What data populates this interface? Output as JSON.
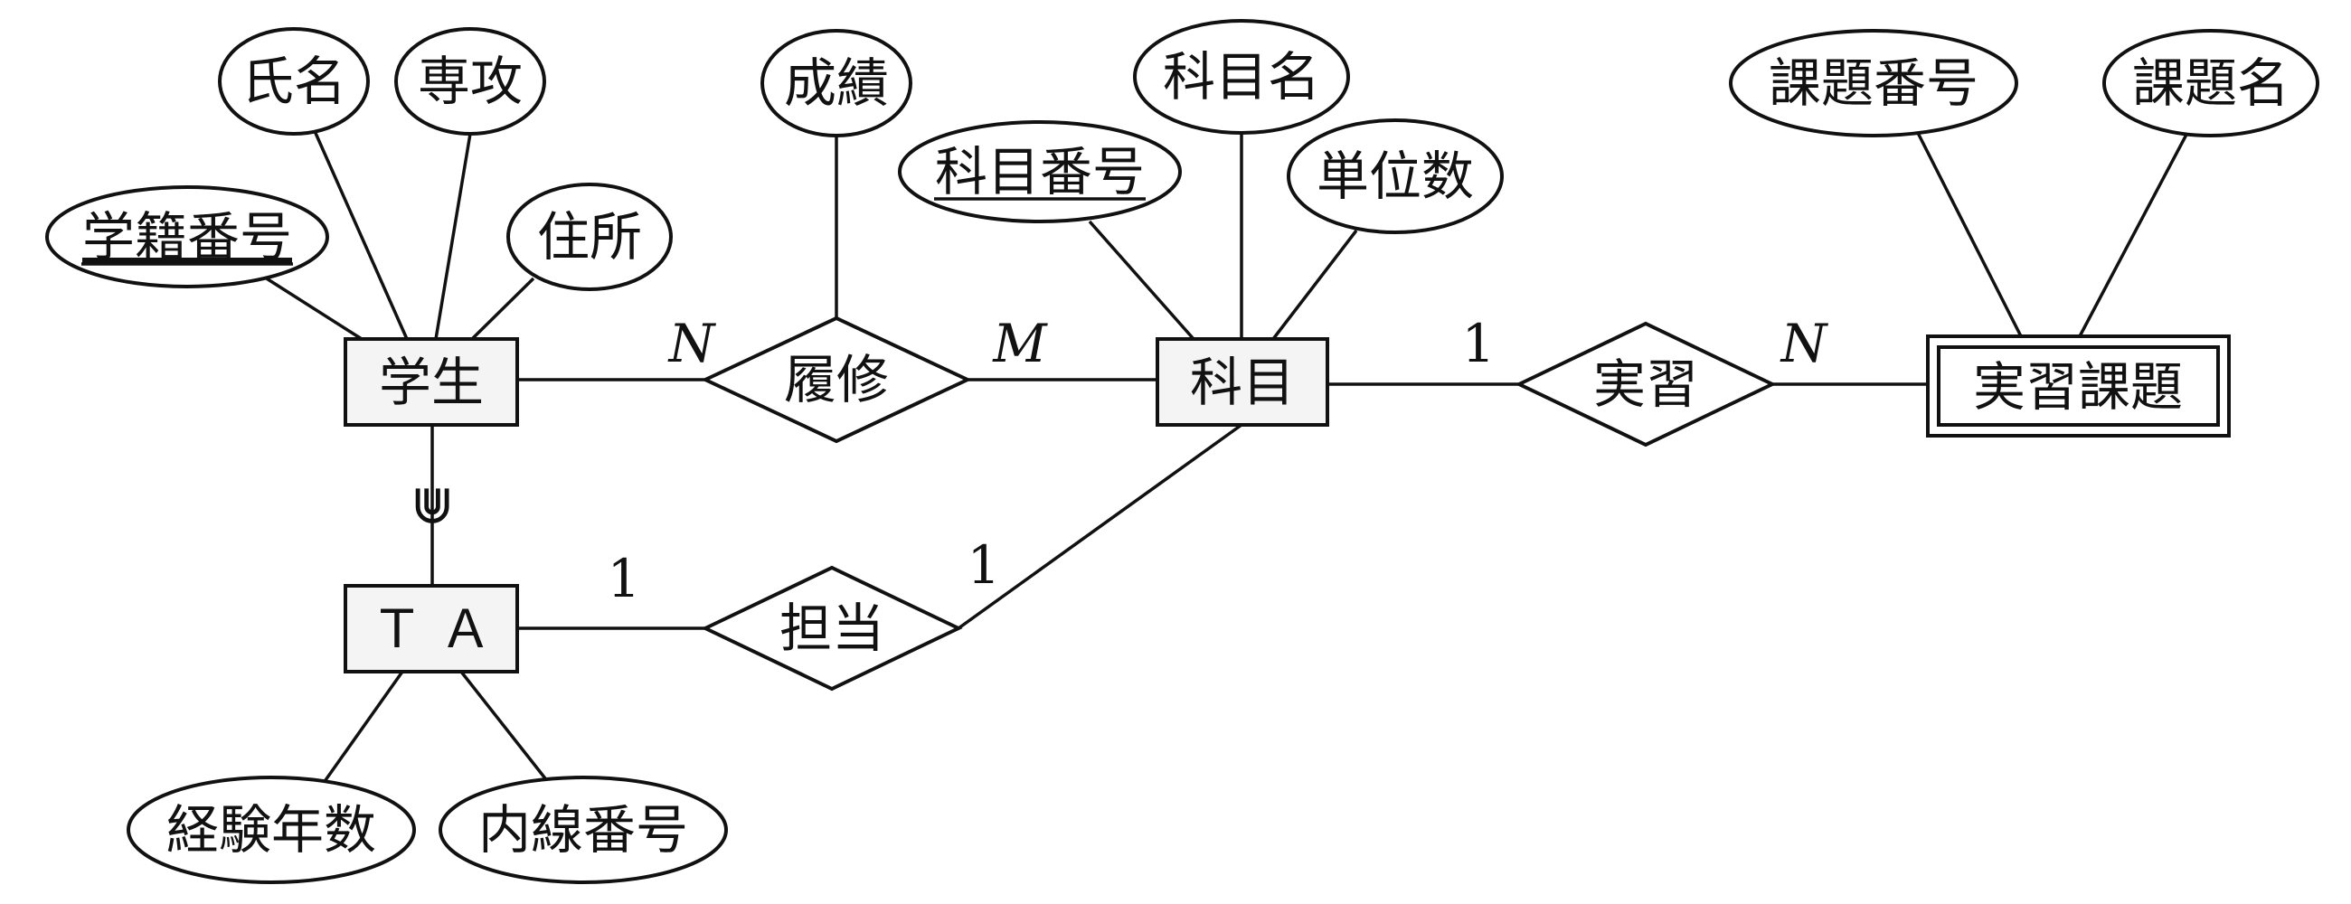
{
  "entities": {
    "student": "学生",
    "course": "科目",
    "ta": "ＴＡ",
    "assignment": "実習課題"
  },
  "relationships": {
    "enroll": "履修",
    "practice": "実習",
    "charge": "担当"
  },
  "attributes": {
    "name": "氏名",
    "major": "専攻",
    "student_id": "学籍番号",
    "address": "住所",
    "grade": "成績",
    "course_name": "科目名",
    "course_id": "科目番号",
    "credits": "単位数",
    "assignment_no": "課題番号",
    "assignment_name": "課題名",
    "experience_years": "経験年数",
    "extension_no": "内線番号"
  },
  "cardinalities": {
    "student_enroll": "N",
    "enroll_course": "M",
    "course_practice": "1",
    "practice_assignment": "N",
    "ta_charge": "1",
    "charge_course": "1"
  },
  "subset_symbol": "⋓"
}
